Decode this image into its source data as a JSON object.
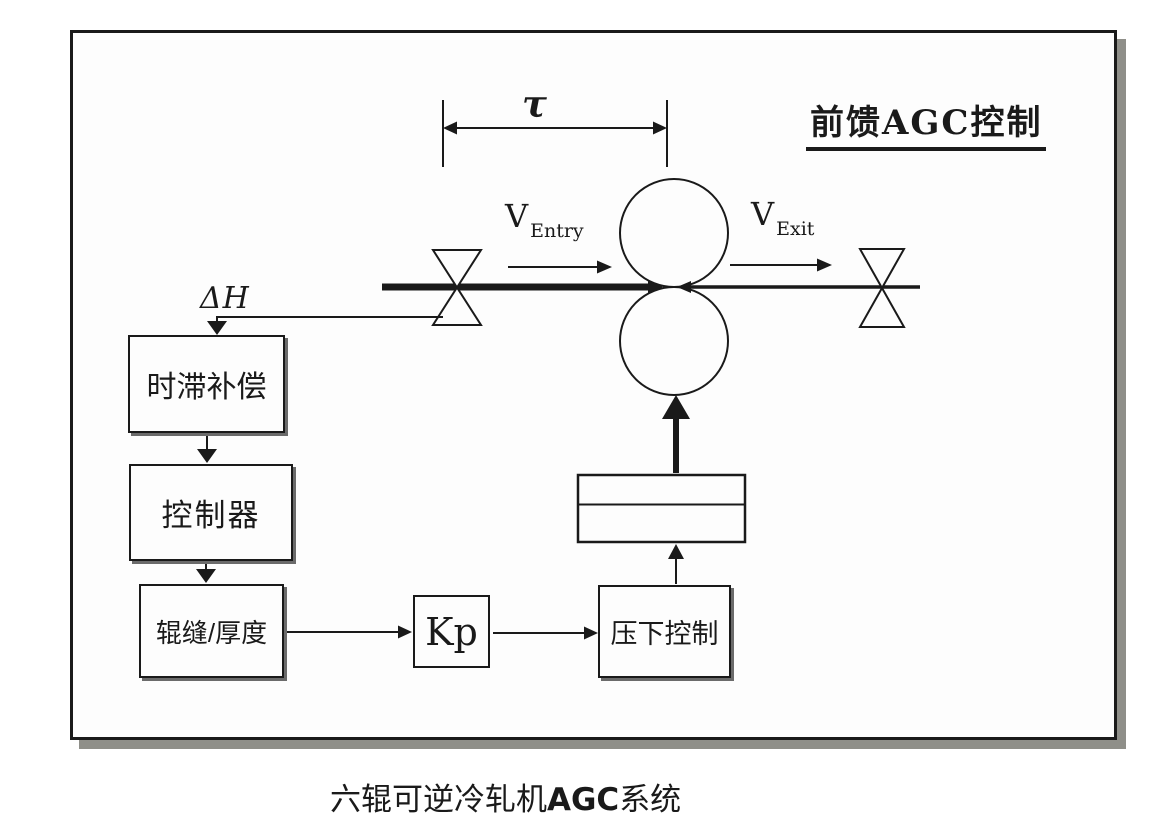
{
  "diagram": {
    "title": "前馈AGC控制",
    "tau_label": "τ",
    "delta_h_label": "ΔH",
    "v_entry": {
      "main": "V",
      "sub": "Entry"
    },
    "v_exit": {
      "main": "V",
      "sub": "Exit"
    },
    "boxes": {
      "time_delay_compensation": "时滞补偿",
      "controller": "控制器",
      "roll_gap_thickness": "辊缝/厚度",
      "gain": "Kp",
      "screwdown_control": "压下控制"
    },
    "caption": {
      "prefix": "六辊可逆冷轧机",
      "highlight": "AGC",
      "suffix": "系统"
    },
    "colors": {
      "line": "#1a1a1a",
      "background": "#fdfdfd",
      "frame_shadow": "#8f8f89",
      "box_shadow": "#6b6b6b"
    }
  }
}
